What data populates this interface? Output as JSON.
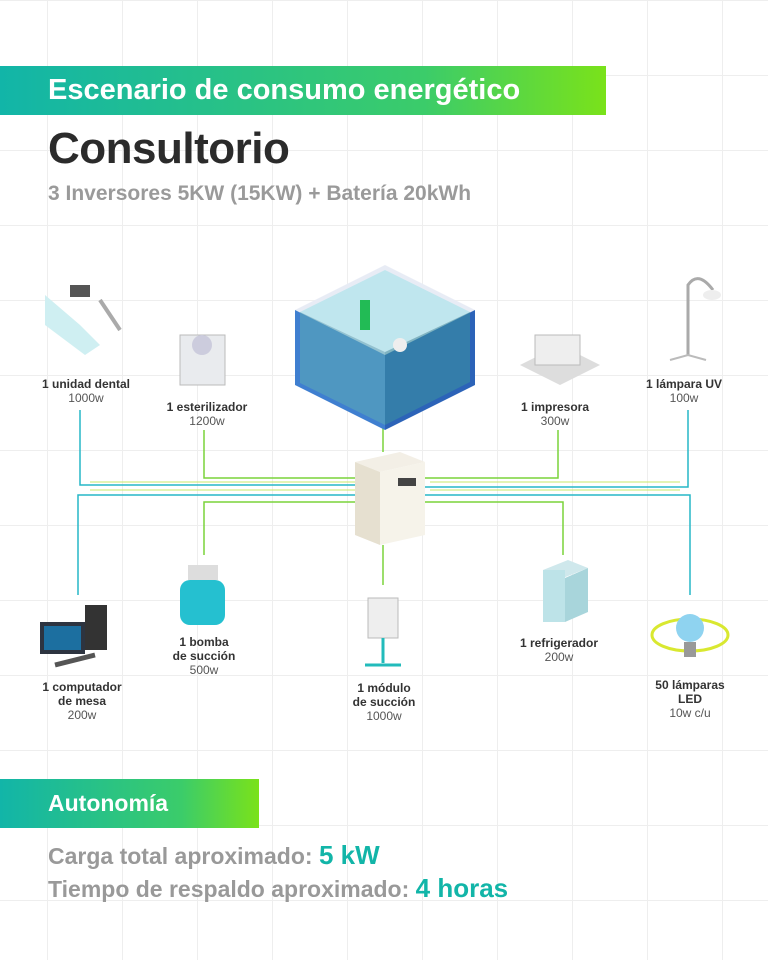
{
  "header": {
    "banner": "Escenario de consumo energético",
    "title": "Consultorio",
    "subtitle": "3 Inversores 5KW (15KW) + Batería 20kWh"
  },
  "devices": [
    {
      "name": "1 unidad dental",
      "power": "1000w"
    },
    {
      "name": "1 esterilizador",
      "power": "1200w"
    },
    {
      "name": "1 impresora",
      "power": "300w"
    },
    {
      "name": "1 lámpara UV",
      "power": "100w"
    },
    {
      "name": "1 computador",
      "name2": "de mesa",
      "power": "200w"
    },
    {
      "name": "1 bomba",
      "name2": "de succión",
      "power": "500w"
    },
    {
      "name": "1 módulo",
      "name2": "de succión",
      "power": "1000w"
    },
    {
      "name": "1 refrigerador",
      "power": "200w"
    },
    {
      "name": "50 lámparas",
      "name2": "LED",
      "power": "10w c/u"
    }
  ],
  "autonomy": {
    "banner": "Autonomía",
    "load_label": "Carga total aproximado:",
    "load_value": "5 kW",
    "backup_label": "Tiempo de respaldo aproximado:",
    "backup_value": "4 horas"
  },
  "colors": {
    "teal": "#12b5a8",
    "green": "#7ae21a"
  }
}
